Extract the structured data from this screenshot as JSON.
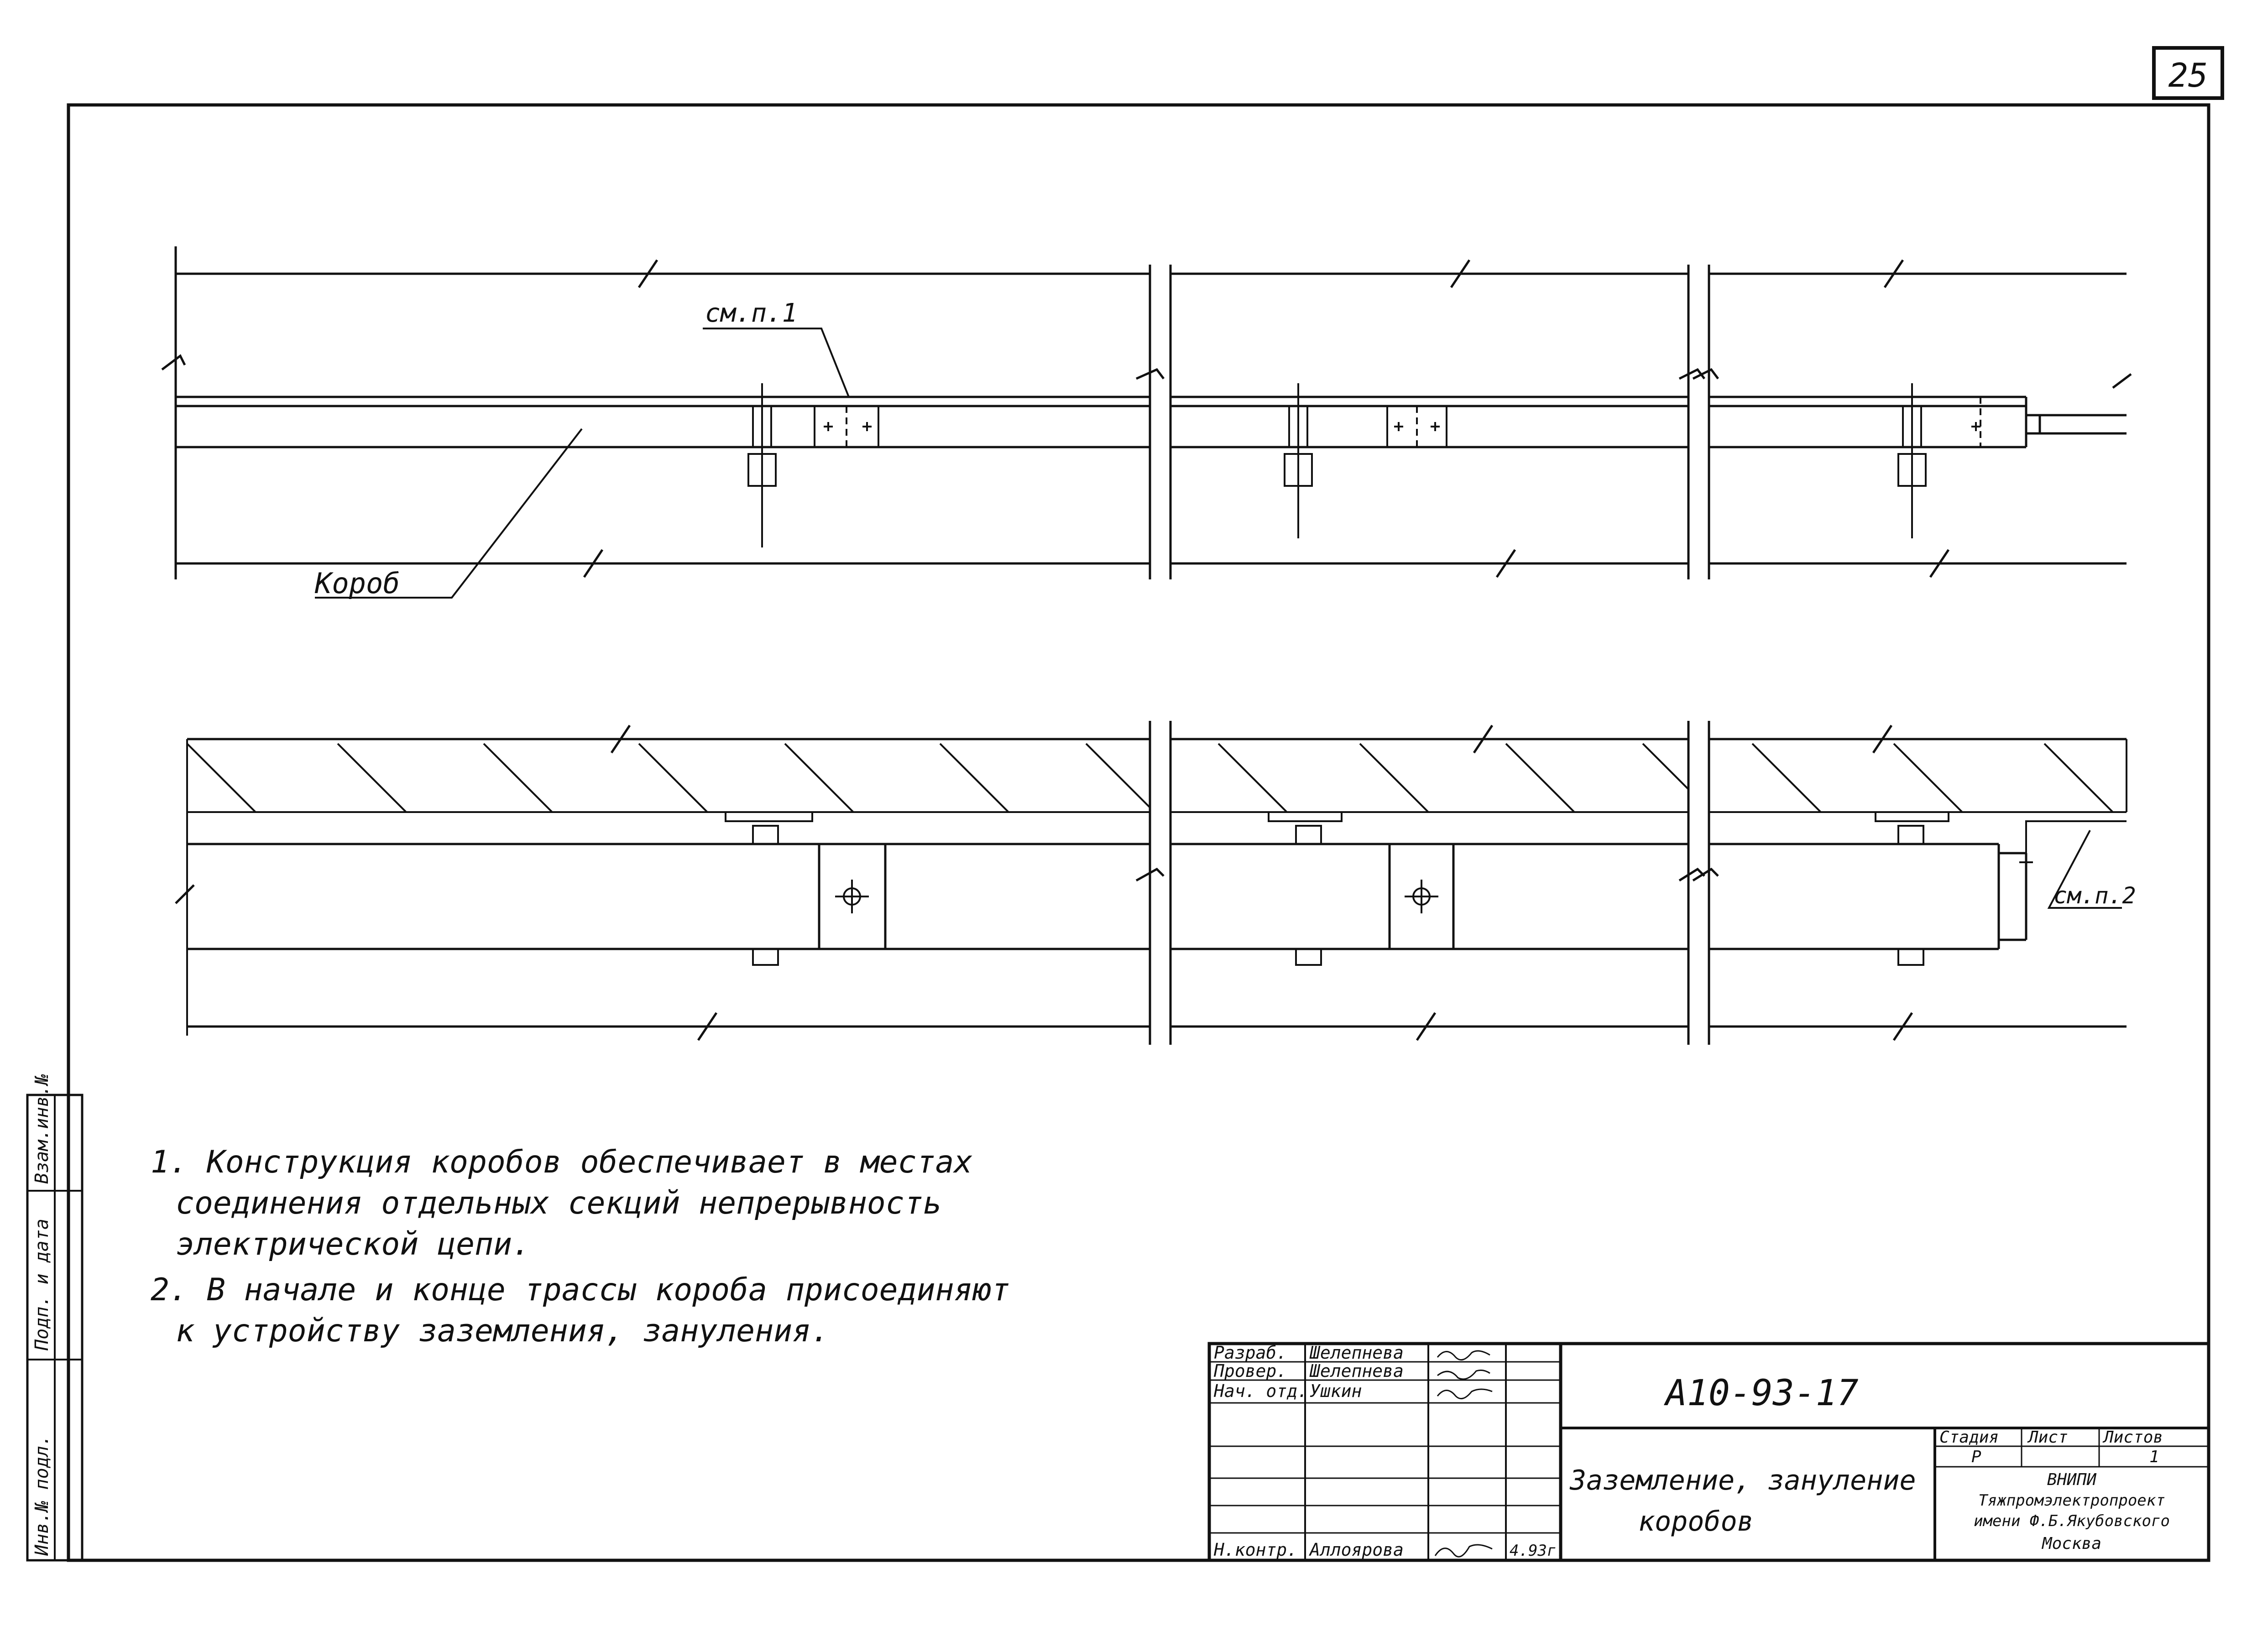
{
  "sheet_number": "25",
  "labels": {
    "box": "Короб",
    "see_note_1": "см.п.1",
    "see_note_2": "см.п.2"
  },
  "notes": [
    "1. Конструкция коробов обеспечивает в местах",
    "соединения отдельных секций непрерывность",
    "электрической цепи.",
    "2. В начале и конце трассы короба присоединяют",
    "к устройству заземления, зануления."
  ],
  "side_stamp": [
    "Инв.№ подл.",
    "Подп. и дата",
    "Взам.инв.№"
  ],
  "title_block": {
    "document_code": "А10-93-17",
    "title_line1": "Заземление, зануление",
    "title_line2": "коробов",
    "roles": [
      {
        "role": "Разраб.",
        "name": "Шелепнева"
      },
      {
        "role": "Провер.",
        "name": "Шелепнева"
      },
      {
        "role": "Нач. отд.",
        "name": "Ушкин"
      },
      {
        "role": "",
        "name": ""
      },
      {
        "role": "",
        "name": ""
      },
      {
        "role": "Н.контр.",
        "name": "Аллоярова",
        "date": "4.93г."
      }
    ],
    "stage_header": "Стадия",
    "sheet_header": "Лист",
    "sheets_header": "Листов",
    "stage_value": "Р",
    "sheet_value": "",
    "sheets_value": "1",
    "org_line1": "ВНИПИ",
    "org_line2": "Тяжпромэлектропроект",
    "org_line3": "имени Ф.Б.Якубовского",
    "org_line4": "Москва"
  }
}
